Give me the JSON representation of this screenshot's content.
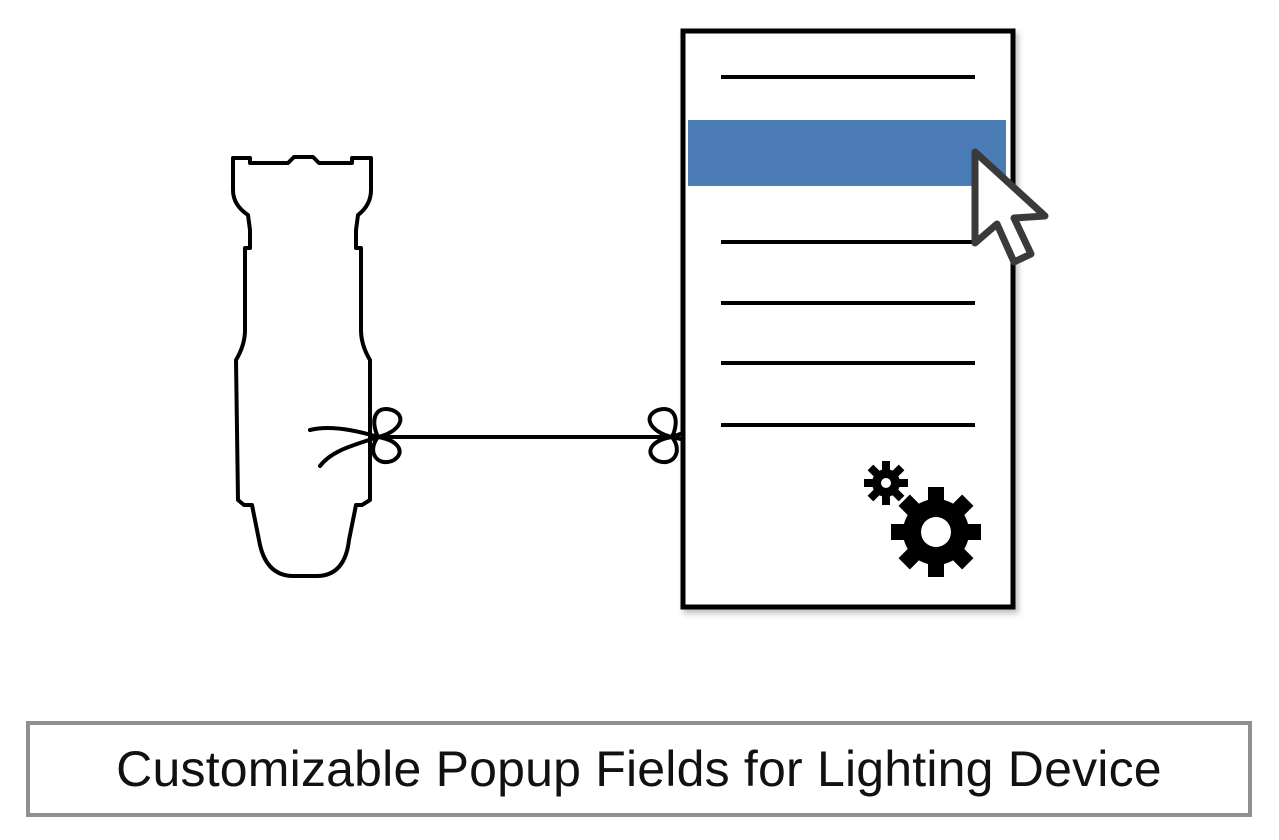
{
  "caption": {
    "text": "Customizable Popup Fields for Lighting Device"
  },
  "colors": {
    "ink": "#000000",
    "highlight": "#4b7cb6",
    "cursor_fill": "#ffffff",
    "cursor_stroke": "#3a3a3a",
    "caption_border": "#8e8e93"
  },
  "icons": {
    "device": "flashlight-outline-icon",
    "cursor": "mouse-pointer-icon",
    "settings": "gears-icon",
    "link_left": "string-bow-icon",
    "link_right": "string-bow-icon"
  },
  "popup": {
    "field_count": 6,
    "selected_field_index": 1
  }
}
